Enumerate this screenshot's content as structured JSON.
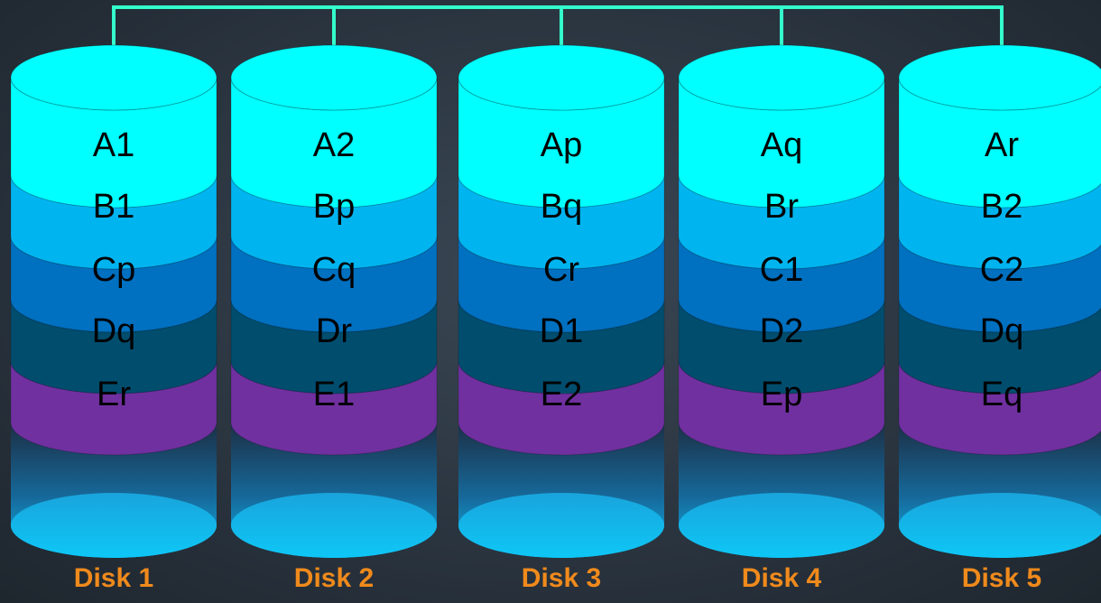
{
  "diagram": {
    "disks": [
      {
        "label": "Disk 1",
        "blocks": [
          "A1",
          "B1",
          "Cp",
          "Dq",
          "Er"
        ]
      },
      {
        "label": "Disk 2",
        "blocks": [
          "A2",
          "Bp",
          "Cq",
          "Dr",
          "E1"
        ]
      },
      {
        "label": "Disk 3",
        "blocks": [
          "Ap",
          "Bq",
          "Cr",
          "D1",
          "E2"
        ]
      },
      {
        "label": "Disk 4",
        "blocks": [
          "Aq",
          "Br",
          "C1",
          "D2",
          "Ep"
        ]
      },
      {
        "label": "Disk 5",
        "blocks": [
          "Ar",
          "B2",
          "C2",
          "Dq",
          "Eq"
        ]
      }
    ],
    "colors": {
      "stripe_a": "#00ffff",
      "stripe_b": "#00b4f0",
      "stripe_c": "#0070c0",
      "stripe_d": "#004d6e",
      "stripe_e": "#7030a0",
      "connector": "#33ffcc",
      "disk_label": "#f08a1c"
    }
  }
}
